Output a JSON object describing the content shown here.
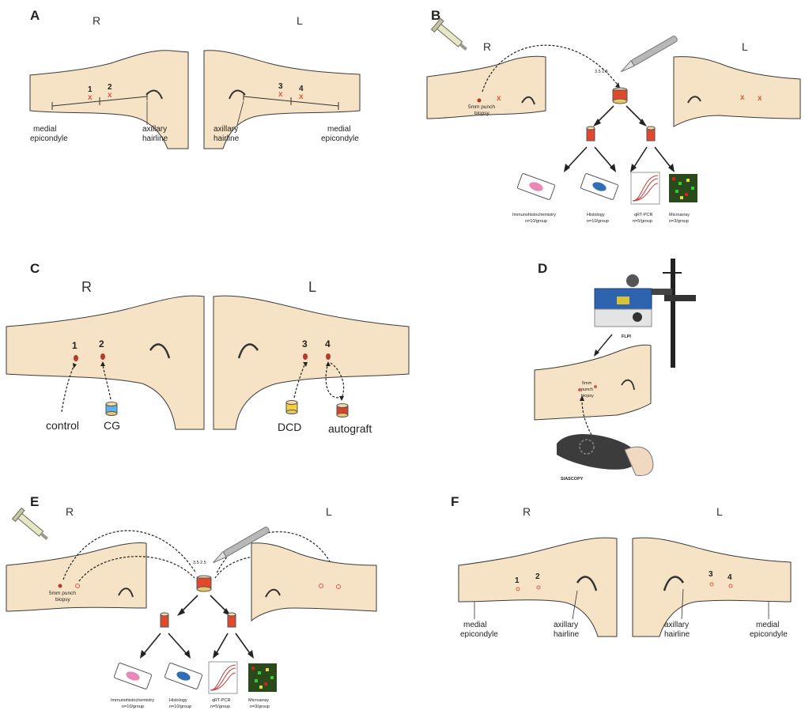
{
  "panels": {
    "A": {
      "letter": "A",
      "side_right": "R",
      "side_left": "L",
      "sites_right": [
        "1",
        "2"
      ],
      "sites_left": [
        "3",
        "4"
      ],
      "marker": "x",
      "labels": {
        "medial_r_1": "medial",
        "medial_r_2": "epicondyle",
        "axillary_r_1": "axillary",
        "axillary_r_2": "hairline",
        "axillary_l_1": "axillary",
        "axillary_l_2": "hairline",
        "medial_l_1": "medial",
        "medial_l_2": "epicondyle"
      }
    },
    "B": {
      "letter": "B",
      "side_right": "R",
      "side_left": "L",
      "biopsy_1": "5mm punch",
      "biopsy_2": "biopsy",
      "marker": "x",
      "outputs": [
        {
          "name": "Immunohistochemistry",
          "n": "n=10/group"
        },
        {
          "name": "Histology",
          "n": "n=10/group"
        },
        {
          "name": "qRT-PCR",
          "n": "n=5/group"
        },
        {
          "name": "Microarray",
          "n": "n=3/group"
        }
      ]
    },
    "C": {
      "letter": "C",
      "side_right": "R",
      "side_left": "L",
      "sites": [
        "1",
        "2",
        "3",
        "4"
      ],
      "grafts": [
        "control",
        "CG",
        "DCD",
        "autograft"
      ]
    },
    "D": {
      "letter": "D",
      "device_top": "FLPI",
      "device_bottom": "SIASCOPY",
      "biopsy_1": "5mm",
      "biopsy_2": "punch",
      "biopsy_3": "biopsy"
    },
    "E": {
      "letter": "E",
      "side_right": "R",
      "side_left": "L",
      "biopsy_1": "5mm punch",
      "biopsy_2": "biopsy",
      "outputs": [
        {
          "name": "Immunohistochemistry",
          "n": "n=10/group"
        },
        {
          "name": "Histology",
          "n": "n=10/group"
        },
        {
          "name": "qRT-PCR",
          "n": "n=5/group"
        },
        {
          "name": "Microarray",
          "n": "n=3/group"
        }
      ]
    },
    "F": {
      "letter": "F",
      "side_right": "R",
      "side_left": "L",
      "sites_right": [
        "1",
        "2"
      ],
      "sites_left": [
        "3",
        "4"
      ],
      "labels": {
        "medial_r_1": "medial",
        "medial_r_2": "epicondyle",
        "axillary_r_1": "axillary",
        "axillary_r_2": "hairline",
        "axillary_l_1": "axillary",
        "axillary_l_2": "hairline",
        "medial_l_1": "medial",
        "medial_l_2": "epicondyle"
      }
    }
  },
  "colors": {
    "skin": "#f6e3c6",
    "outline": "#3a3a3a",
    "marker": "#e05a3c",
    "wound": "#b53a2a",
    "slide_pink": "#e889b8",
    "slide_blue": "#2f6fb5",
    "cg_blue": "#57b3e8",
    "dcd_yellow": "#f2cf3b",
    "auto_red": "#d8432f",
    "device_blue": "#2e63b0",
    "siascope": "#3c3c3c"
  }
}
